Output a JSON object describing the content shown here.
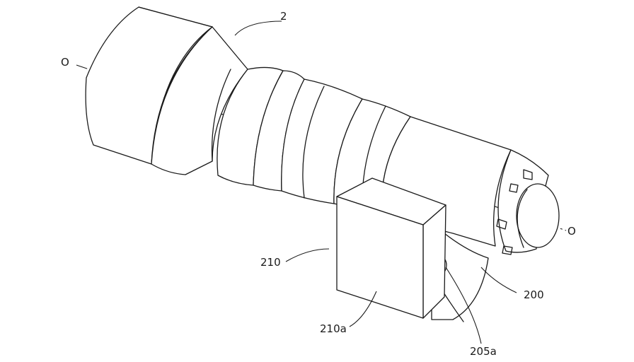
{
  "labels": {
    "axis_start": "O",
    "axis_end": "O",
    "lens": "2",
    "block": "210",
    "block_face": "210a",
    "pin": "205a",
    "mount": "200"
  }
}
